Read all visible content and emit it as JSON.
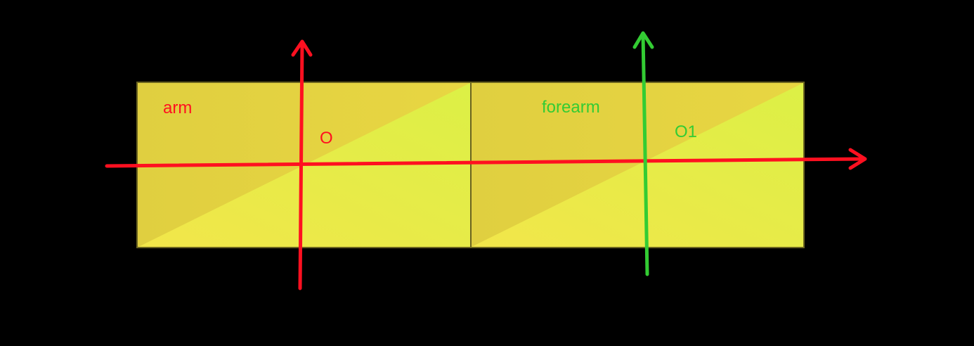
{
  "labels": {
    "arm": "arm",
    "origin": "O",
    "forearm": "forearm",
    "origin1": "O1"
  },
  "colors": {
    "background": "#000000",
    "block_dark": "#e2d040",
    "block_light_start": "#efe84a",
    "block_light_end": "#d4e63e",
    "red_axis": "#ff1020",
    "green_axis": "#33cc33"
  }
}
